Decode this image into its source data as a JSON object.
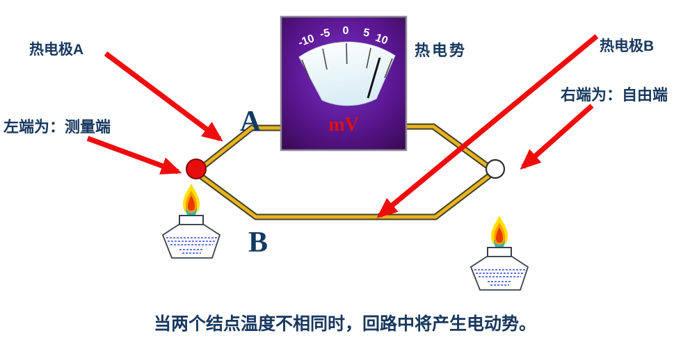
{
  "labels": {
    "electrode_a": "热电极A",
    "measure_end": "左端为：测量端",
    "emf": "热电势",
    "electrode_b": "热电极B",
    "free_end": "右端为：自由端",
    "wire_a": "A",
    "wire_b": "B"
  },
  "meter": {
    "unit": "mV",
    "ticks": [
      "-10",
      "-5",
      "0",
      "5",
      "10"
    ],
    "needle_value": 8
  },
  "caption": "当两个结点温度不相同时，回路中将产生电动势。",
  "colors": {
    "accent_red": "#EE0D0D",
    "label_navy": "#17375E",
    "wire_gold": "#E9B320",
    "wire_outline": "#3F3F28",
    "meter_purple": "#5A1690",
    "meter_unit_red": "#E01010",
    "hot_junction_red": "#E80D0D",
    "flame_yellow": "#FFE10A",
    "flame_orange": "#FF9A00",
    "flame_teal": "#2CB9B4"
  }
}
